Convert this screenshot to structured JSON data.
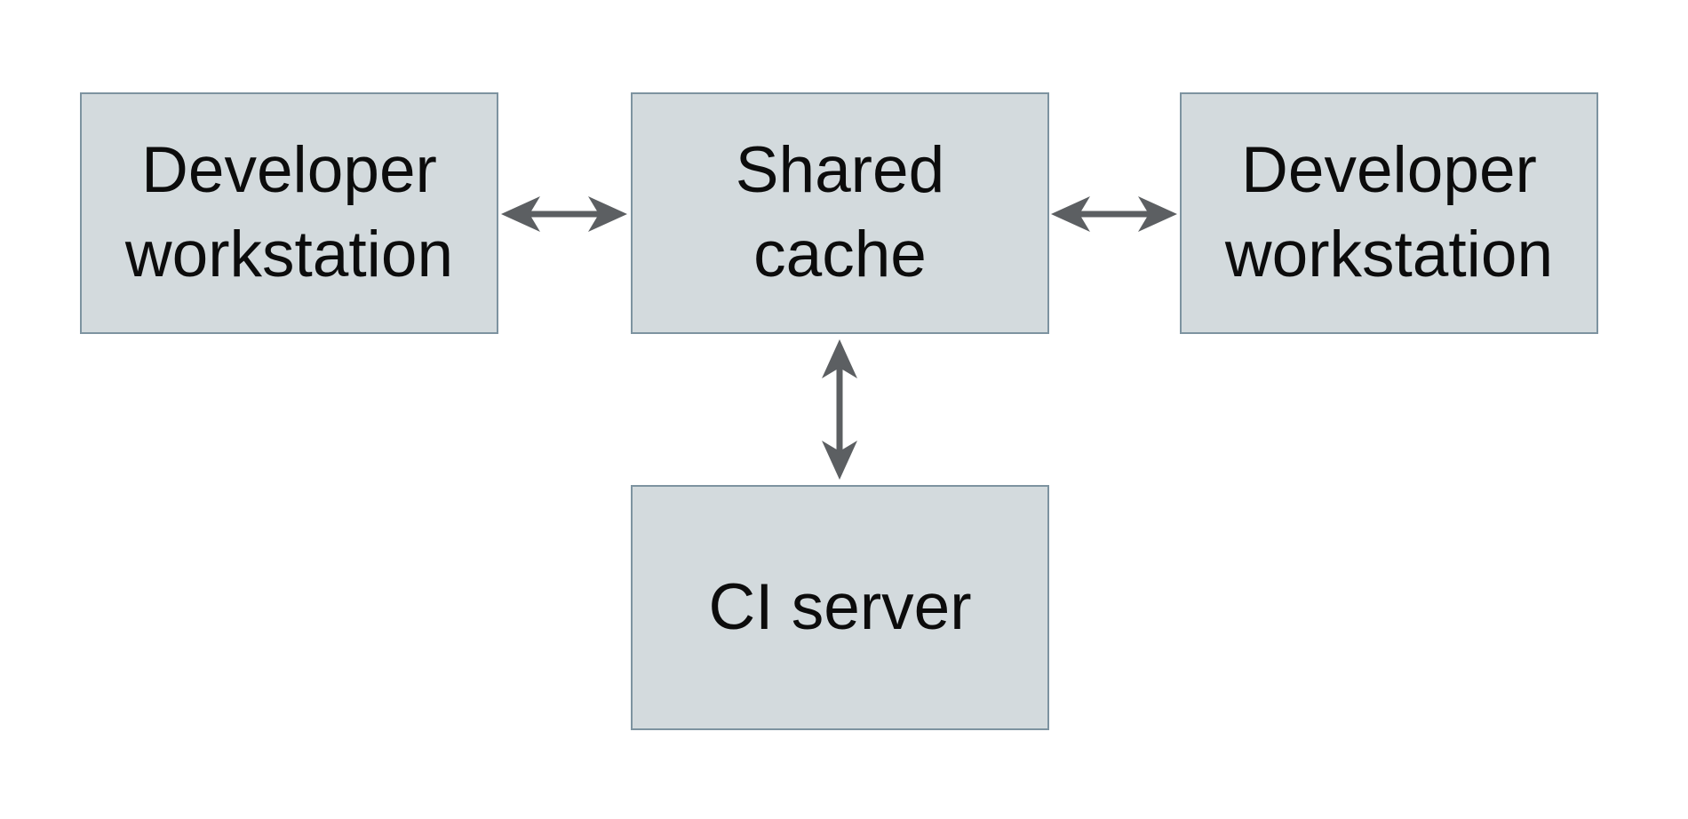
{
  "diagram": {
    "type": "architecture-diagram",
    "background": "#ffffff",
    "nodes": [
      {
        "id": "developer-workstation-left",
        "label": "Developer\nworkstation",
        "position": "top-left"
      },
      {
        "id": "shared-cache",
        "label": "Shared\ncache",
        "position": "top-center"
      },
      {
        "id": "developer-workstation-right",
        "label": "Developer\nworkstation",
        "position": "top-right"
      },
      {
        "id": "ci-server",
        "label": "CI server",
        "position": "bottom-center"
      }
    ],
    "edges": [
      {
        "from": "developer-workstation-left",
        "to": "shared-cache",
        "type": "bidirectional",
        "orientation": "horizontal"
      },
      {
        "from": "shared-cache",
        "to": "developer-workstation-right",
        "type": "bidirectional",
        "orientation": "horizontal"
      },
      {
        "from": "shared-cache",
        "to": "ci-server",
        "type": "bidirectional",
        "orientation": "vertical"
      }
    ],
    "colors": {
      "background": "#ffffff",
      "node_fill": "#d3dadd",
      "node_border": "#7d93a0",
      "arrow": "#5c5f62",
      "text": "#0c0c0c"
    }
  }
}
